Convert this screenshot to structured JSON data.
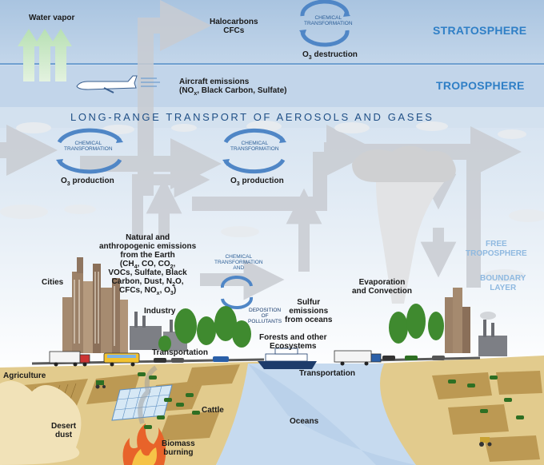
{
  "layers": {
    "stratosphere": "STRATOSPHERE",
    "troposphere": "TROPOSPHERE",
    "free_troposphere": "FREE\nTROPOSPHERE",
    "boundary_layer": "BOUNDARY\nLAYER"
  },
  "banner": "LONG-RANGE TRANSPORT OF AEROSOLS AND GASES",
  "labels": {
    "water_vapor": "Water vapor",
    "halocarbons": "Halocarbons\nCFCs",
    "o3_destruction": "O3 destruction",
    "aircraft_emissions": "Aircraft emissions\n(NOx, Black Carbon, Sulfate)",
    "o3_production_left": "O3 production",
    "o3_production_mid": "O3 production",
    "natural_emissions": "Natural and\nanthropogenic emissions\nfrom the Earth\n(CH4, CO, CO2,\nVOCs, Sulfate, Black\nCarbon, Dust, N2O,\nCFCs, NOx, O3)",
    "chem_transform_and": "CHEMICAL\nTRANSFORMATION\nAND",
    "deposition": "DEPOSITION\nOF\nPOLLUTANTS",
    "sulfur_emissions": "Sulfur\nemissions\nfrom oceans",
    "evaporation": "Evaporation\nand Convection",
    "cities": "Cities",
    "industry": "Industry",
    "transportation_left": "Transportation",
    "transportation_right": "Transportation",
    "forests": "Forests and other\nEcosystems",
    "agriculture": "Agriculture",
    "cattle": "Cattle",
    "oceans": "Oceans",
    "desert_dust": "Desert\ndust",
    "biomass_burning": "Biomass\nburning"
  },
  "chem_cycles": {
    "top": "CHEMICAL\nTRANSFORMATION",
    "left": "CHEMICAL\nTRANSFORMATION",
    "mid": "CHEMICAL\nTRANSFORMATION"
  },
  "colors": {
    "stratosphere_band": "#b8cfe6",
    "troposphere_band": "#c4d7ea",
    "layer_text": "#2f7fc6",
    "banner_text": "#1f4f86",
    "arrow_gray": "#c9ccd2",
    "cycle_blue": "#4f86c6",
    "land_tan": "#e0c98a",
    "field_brown": "#b8944d",
    "ocean": "#c5d9ee",
    "forest_green": "#3f8a2f"
  },
  "icons": [
    "chemical-cycle-icon",
    "airplane-icon",
    "truck-icon",
    "bus-icon",
    "car-icon",
    "ship-icon",
    "tractor-icon",
    "cow-icon",
    "fire-icon",
    "tree-icon",
    "factory-icon",
    "cloud-icon",
    "upward-arrow-icon"
  ]
}
